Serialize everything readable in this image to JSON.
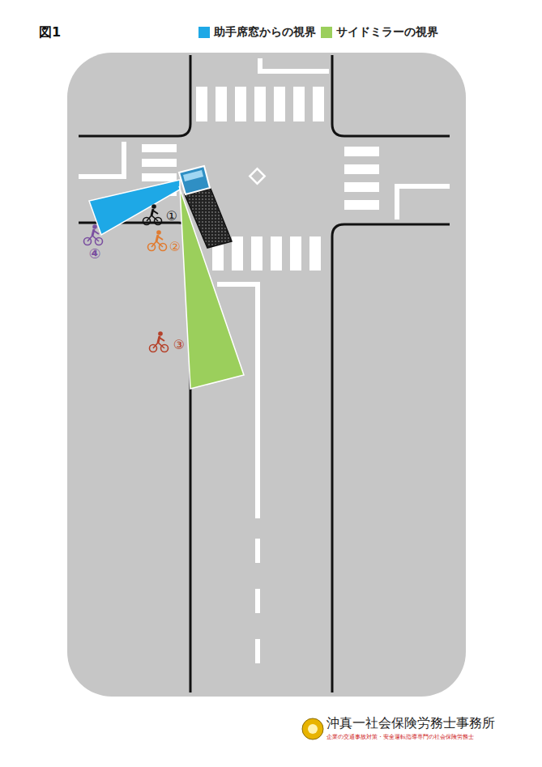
{
  "diagram": {
    "title": "図1",
    "labels": [
      "①",
      "②",
      "③",
      "④",
      "沖真一社会保険労務士事務所",
      "企業の交通事故対策・安全運転指導専門の社会保険労務士"
    ],
    "legend": [
      {
        "text": "助手席窓からの視界",
        "color": "#1ea8e6"
      },
      {
        "text": "サイドミラーの視界",
        "color": "#9bcf5c"
      }
    ]
  }
}
